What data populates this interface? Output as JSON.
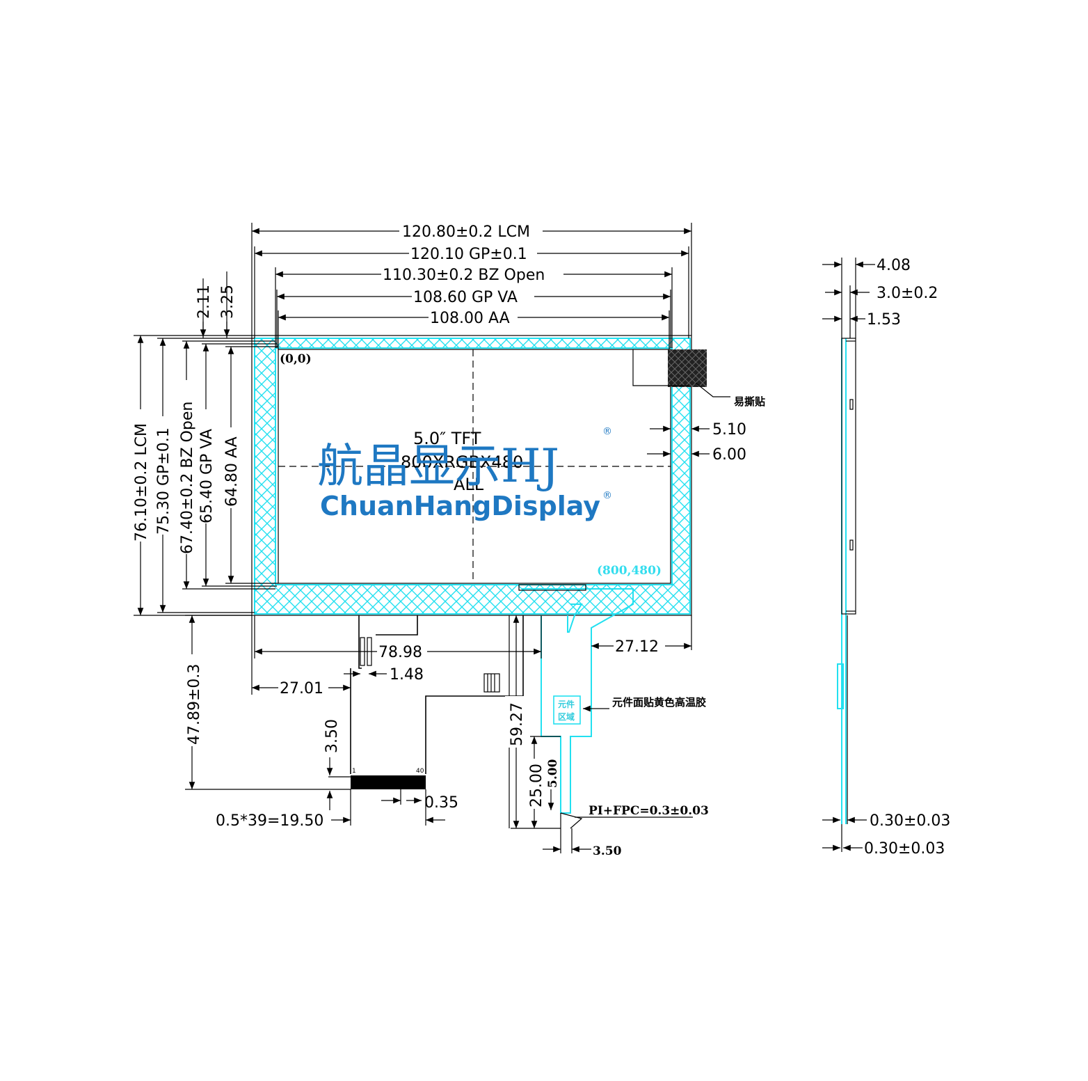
{
  "dimensions": {
    "lcm_width": "120.80±0.2 LCM",
    "gp_width": "120.10 GP±0.1",
    "bz_open_width": "110.30±0.2 BZ Open",
    "gp_va_width": "108.60 GP VA",
    "aa_width": "108.00 AA",
    "top_offset_1": "2.11",
    "top_offset_2": "3.25",
    "lcm_height": "76.10±0.2 LCM",
    "gp_height": "75.30 GP±0.1",
    "bz_open_height": "67.40±0.2 BZ Open",
    "gp_va_height": "65.40 GP VA",
    "aa_height": "64.80 AA",
    "right_offset_1": "5.10",
    "right_offset_2": "6.00",
    "fpc_offset_right": "27.12",
    "fpc_width_total": "78.98",
    "small_gap": "1.48",
    "left_offset": "27.01",
    "fpc_length": "47.89±0.3",
    "conn_height": "3.50",
    "pin_pitch_total": "0.5*39=19.50",
    "pin_width": "0.35",
    "tail_length": "59.27",
    "ctp_tail_length": "25.00",
    "ctp_stiffener": "5.00",
    "ctp_tail_width": "3.50",
    "side_total": "4.08",
    "side_glass": "3.0±0.2",
    "side_top": "1.53",
    "side_fpc_1": "0.30±0.03",
    "side_fpc_2": "0.30±0.03"
  },
  "labels": {
    "origin": "(0,0)",
    "end": "(800,480)",
    "easy_tear": "易撕贴",
    "component_note": "元件面贴黄色高温胶",
    "pi_fpc": "PI+FPC=0.3±0.03",
    "component_area_1": "元件",
    "component_area_2": "区域",
    "pin_first": "1",
    "pin_last": "40"
  },
  "center_text": {
    "line1": "5.0″ TFT",
    "line2": "800XRGBX480",
    "line3": "ALL"
  },
  "watermark": {
    "cn": "航晶显示HJ",
    "en": "ChuanHangDisplay",
    "reg": "®"
  },
  "colors": {
    "hatch": "#22e0f0",
    "watermark": "#1e78c2",
    "line": "#000000"
  }
}
